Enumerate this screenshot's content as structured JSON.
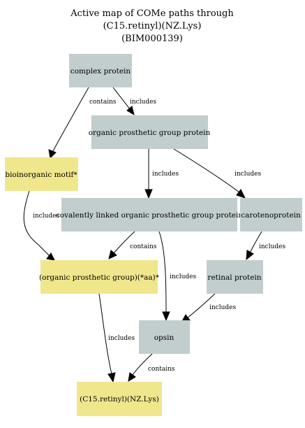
{
  "title_lines": [
    "Active map of COMe paths through",
    "(C15.retinyl)(NZ.Lys)",
    "(BIM000139)"
  ],
  "colors": {
    "gray_node": "#c2cdcd",
    "yellow_node": "#f0e68c",
    "edge": "#000000"
  },
  "nodes": [
    {
      "id": "complex-protein",
      "label": "complex protein",
      "color": "gray"
    },
    {
      "id": "organic-prosthetic-group-protein",
      "label": "organic prosthetic group protein",
      "color": "gray"
    },
    {
      "id": "bioinorganic-motif",
      "label": "bioinorganic motif*",
      "color": "yellow"
    },
    {
      "id": "covalently-linked-protein",
      "label": "covalently linked organic prosthetic group protein",
      "color": "gray"
    },
    {
      "id": "carotenoprotein",
      "label": "carotenoprotein",
      "color": "gray"
    },
    {
      "id": "organic-prosthetic-group-aa",
      "label": "(organic prosthetic group)(*aa)*",
      "color": "yellow"
    },
    {
      "id": "retinal-protein",
      "label": "retinal protein",
      "color": "gray"
    },
    {
      "id": "opsin",
      "label": "opsin",
      "color": "gray"
    },
    {
      "id": "c15-retinyl-nz-lys",
      "label": "(C15.retinyl)(NZ.Lys)",
      "color": "yellow"
    }
  ],
  "edges": [
    {
      "from": "complex-protein",
      "to": "bioinorganic-motif",
      "label": "contains"
    },
    {
      "from": "complex-protein",
      "to": "organic-prosthetic-group-protein",
      "label": "includes"
    },
    {
      "from": "organic-prosthetic-group-protein",
      "to": "covalently-linked-protein",
      "label": "includes"
    },
    {
      "from": "organic-prosthetic-group-protein",
      "to": "carotenoprotein",
      "label": "includes"
    },
    {
      "from": "bioinorganic-motif",
      "to": "organic-prosthetic-group-aa",
      "label": "includes"
    },
    {
      "from": "covalently-linked-protein",
      "to": "organic-prosthetic-group-aa",
      "label": "contains"
    },
    {
      "from": "covalently-linked-protein",
      "to": "opsin",
      "label": "includes"
    },
    {
      "from": "carotenoprotein",
      "to": "retinal-protein",
      "label": "includes"
    },
    {
      "from": "retinal-protein",
      "to": "opsin",
      "label": "includes"
    },
    {
      "from": "organic-prosthetic-group-aa",
      "to": "c15-retinyl-nz-lys",
      "label": "includes"
    },
    {
      "from": "opsin",
      "to": "c15-retinyl-nz-lys",
      "label": "contains"
    }
  ]
}
